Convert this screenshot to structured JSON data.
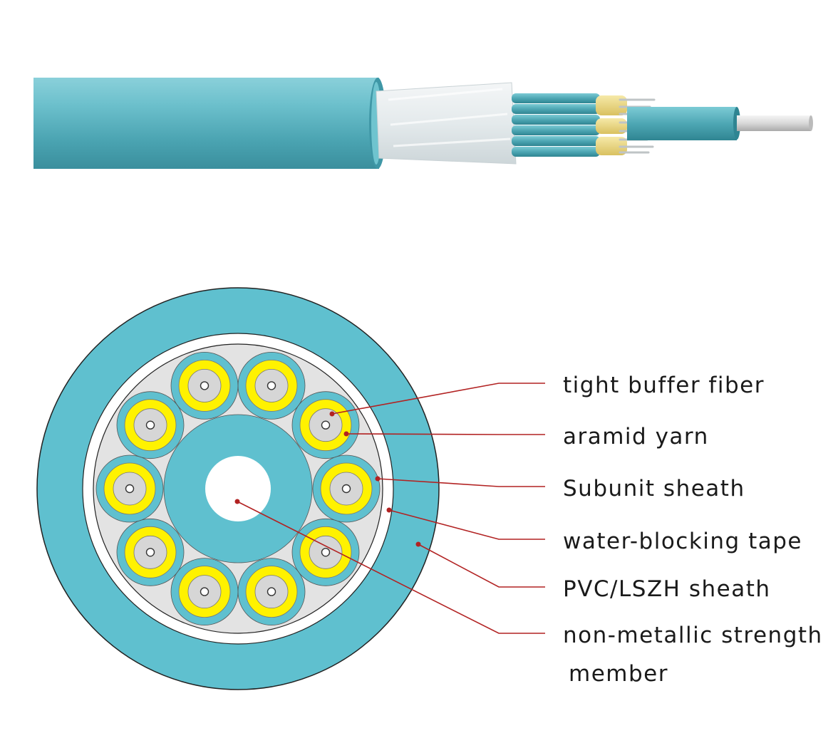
{
  "labels": [
    {
      "id": "tight-buffer-fiber",
      "text": "tight buffer fiber"
    },
    {
      "id": "aramid-yarn",
      "text": "aramid yarn"
    },
    {
      "id": "subunit-sheath",
      "text": "Subunit sheath"
    },
    {
      "id": "water-blocking-tape",
      "text": "water-blocking tape"
    },
    {
      "id": "pvc-lszh-sheath",
      "text": "PVC/LSZH sheath"
    },
    {
      "id": "strength-member",
      "text": "non-metallic strength",
      "text_line2": "member"
    }
  ],
  "colors": {
    "jacket": "#5fc0cf",
    "jacket_shade": "#3f97a6",
    "fill_gray": "#e3e3e3",
    "yarn_yellow": "#fff200",
    "leader_red": "#b22222"
  },
  "subunit_count": 10
}
